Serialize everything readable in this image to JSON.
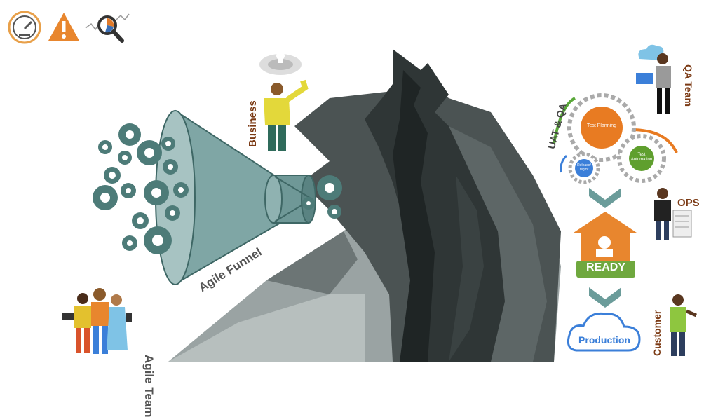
{
  "labels": {
    "agile_funnel": "Agile Funnel",
    "agile_team": "Agile Team",
    "business": "Business",
    "uat_qa": "UAT & QA",
    "qa_team": "QA Team",
    "ops": "OPS",
    "customer": "Customer",
    "ready": "READY",
    "production": "Production"
  },
  "gears": {
    "test_planning": "Test Planning",
    "test_automation": "Test Automation",
    "release_mgmt": "Release/ Mgmt"
  },
  "icons": {
    "speedometer": "speedometer-icon",
    "warning": "warning-icon",
    "analytics": "analytics-search-icon"
  },
  "colors": {
    "label_brown": "#7b3a14",
    "funnel_teal": "#6e9a99",
    "gear_teal": "#4d7b78",
    "orange": "#e87b22",
    "green": "#5f9f2e",
    "blue_accent": "#3b7fd9",
    "crack_dark": "#2d3333"
  }
}
